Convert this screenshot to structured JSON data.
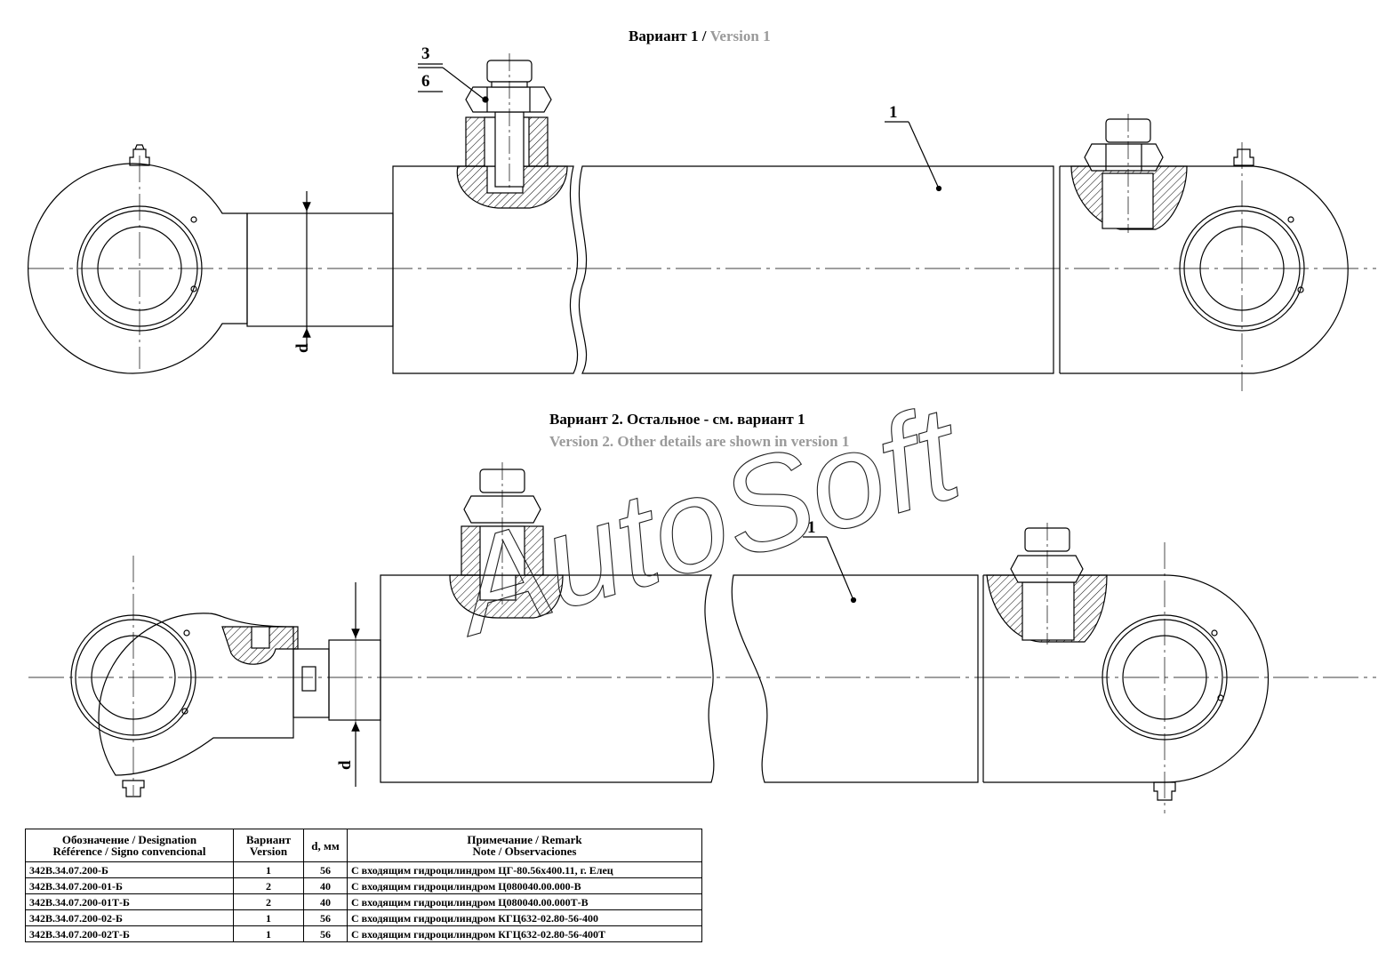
{
  "titles": {
    "variant1_ru": "Вариант 1 /",
    "variant1_en": "Version 1",
    "variant2_ru": "Вариант 2. Остальное - см. вариант 1",
    "variant2_en": "Version 2. Other details are shown in version 1"
  },
  "callouts": {
    "item_3": "3",
    "item_6": "6",
    "item_1_top": "1",
    "item_1_bottom": "1",
    "dim_d_top": "d",
    "dim_d_bottom": "d"
  },
  "watermark": "AutoSoft",
  "table": {
    "headers": {
      "designation": [
        "Обозначение / Designation",
        "Référence / Signo convencional"
      ],
      "variant": [
        "Вариант",
        "Version"
      ],
      "d": "d, мм",
      "remark": [
        "Примечание / Remark",
        "Note / Observaciones"
      ]
    },
    "rows": [
      {
        "designation": "342В.34.07.200-Б",
        "variant": "1",
        "d": "56",
        "remark": "С входящим гидроцилиндром ЦГ-80.56х400.11, г. Елец"
      },
      {
        "designation": "342В.34.07.200-01-Б",
        "variant": "2",
        "d": "40",
        "remark": "С входящим гидроцилиндром Ц080040.00.000-В"
      },
      {
        "designation": "342В.34.07.200-01Т-Б",
        "variant": "2",
        "d": "40",
        "remark": "С входящим гидроцилиндром Ц080040.00.000Т-В"
      },
      {
        "designation": "342В.34.07.200-02-Б",
        "variant": "1",
        "d": "56",
        "remark": "С входящим гидроцилиндром КГЦ632-02.80-56-400"
      },
      {
        "designation": "342В.34.07.200-02Т-Б",
        "variant": "1",
        "d": "56",
        "remark": "С входящим гидроцилиндром КГЦ632-02.80-56-400Т"
      }
    ]
  }
}
